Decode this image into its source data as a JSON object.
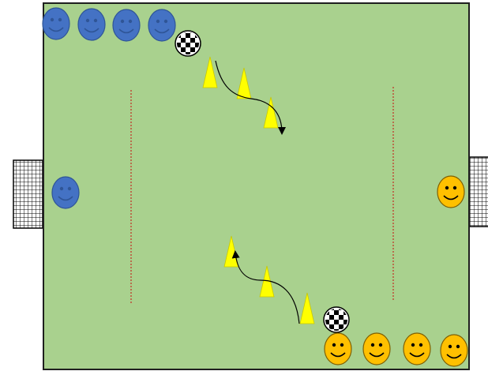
{
  "colors": {
    "pitch": "#a9d18e",
    "pitch_border": "#1f1f1f",
    "team_blue": "#4472c4",
    "team_blue_stroke": "#2f5597",
    "team_orange": "#ffc000",
    "team_orange_stroke": "#7f6000",
    "cone": "#ffff00",
    "cone_stroke": "#c9c900",
    "zone_line": "#c0392b",
    "path": "#000000"
  },
  "icons": {
    "blue_player": "smiley-face-blue",
    "orange_player": "smiley-face-orange",
    "ball": "soccer-ball",
    "cone": "training-cone",
    "goal": "goal-net"
  },
  "counts": {
    "blue_players": 5,
    "orange_players": 5,
    "cones": 6,
    "balls": 2,
    "goals": 2,
    "zone_lines": 2,
    "dribble_paths": 2
  }
}
